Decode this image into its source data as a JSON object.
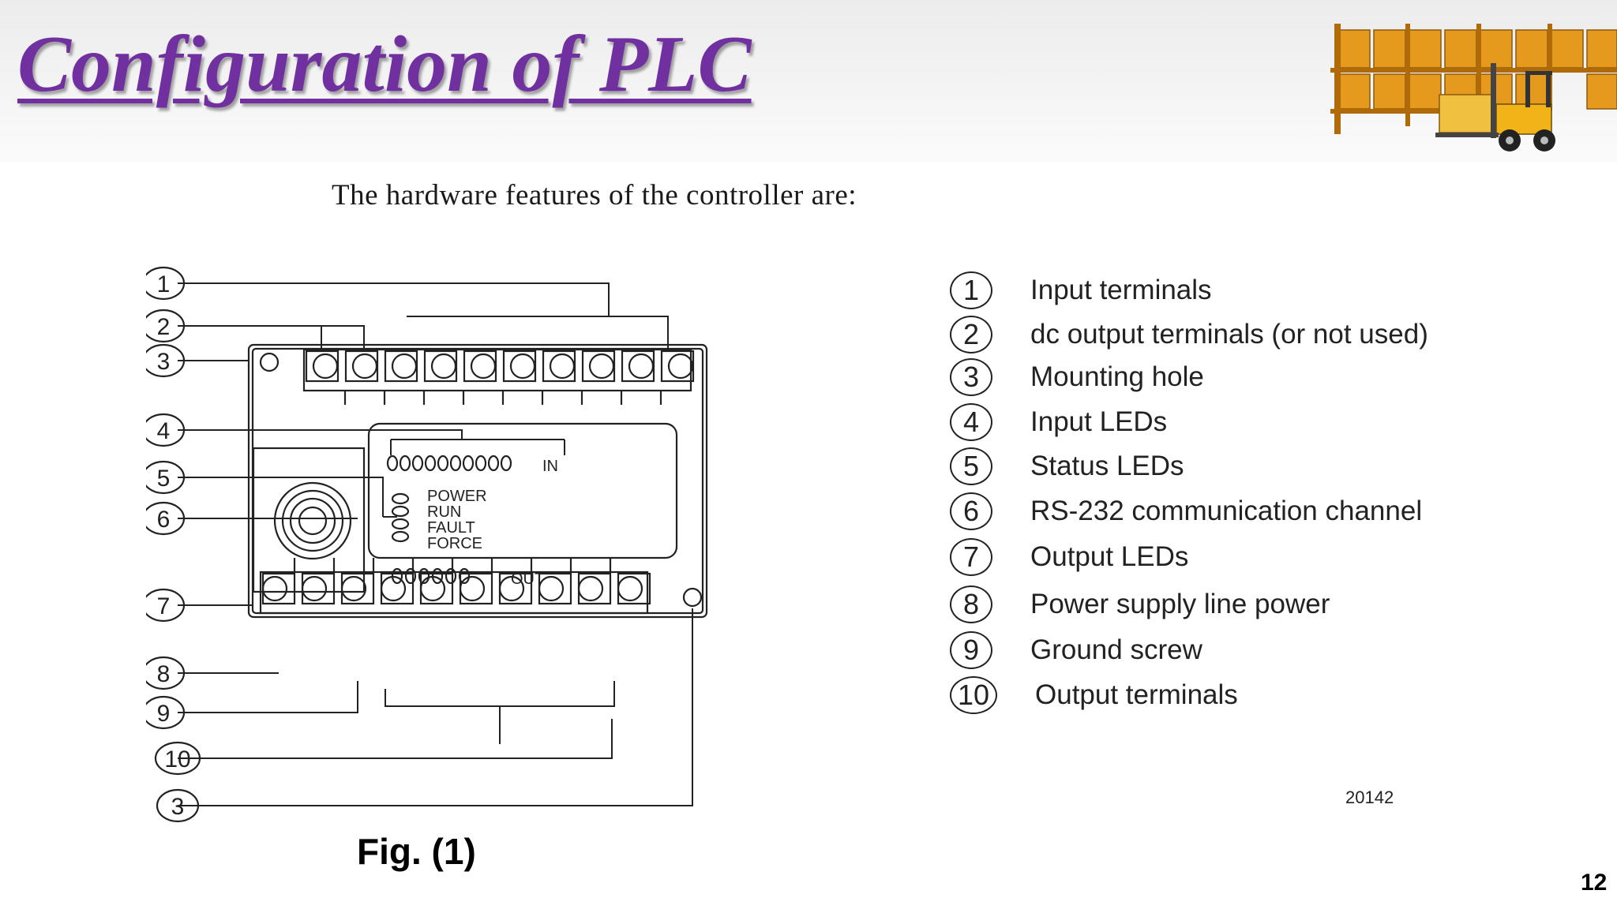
{
  "slide": {
    "title": "Configuration of PLC",
    "intro": "The hardware features of the controller are:",
    "figure_caption": "Fig. (1)",
    "figure_code": "20142",
    "page_number": "12"
  },
  "diagram": {
    "callouts_left": [
      "1",
      "2",
      "3",
      "4",
      "5",
      "6",
      "7",
      "8",
      "9",
      "10",
      "3"
    ],
    "panel_labels": {
      "in": "IN",
      "out": "OUT",
      "power": "POWER",
      "run": "RUN",
      "fault": "FAULT",
      "force": "FORCE"
    }
  },
  "legend": [
    {
      "num": "1",
      "label": "Input terminals"
    },
    {
      "num": "2",
      "label": "dc output terminals (or not used)"
    },
    {
      "num": "3",
      "label": "Mounting hole"
    },
    {
      "num": "4",
      "label": "Input LEDs"
    },
    {
      "num": "5",
      "label": "Status LEDs"
    },
    {
      "num": "6",
      "label": "RS-232 communication channel"
    },
    {
      "num": "7",
      "label": "Output LEDs"
    },
    {
      "num": "8",
      "label": "Power supply line power"
    },
    {
      "num": "9",
      "label": "Ground screw"
    },
    {
      "num": "10",
      "label": "Output terminals"
    }
  ],
  "colors": {
    "title": "#7030a0",
    "line": "#222222",
    "crate": "#e59a1e",
    "forklift": "#f2b318"
  },
  "icons": {
    "header_art": "warehouse-forklift-illustration"
  }
}
